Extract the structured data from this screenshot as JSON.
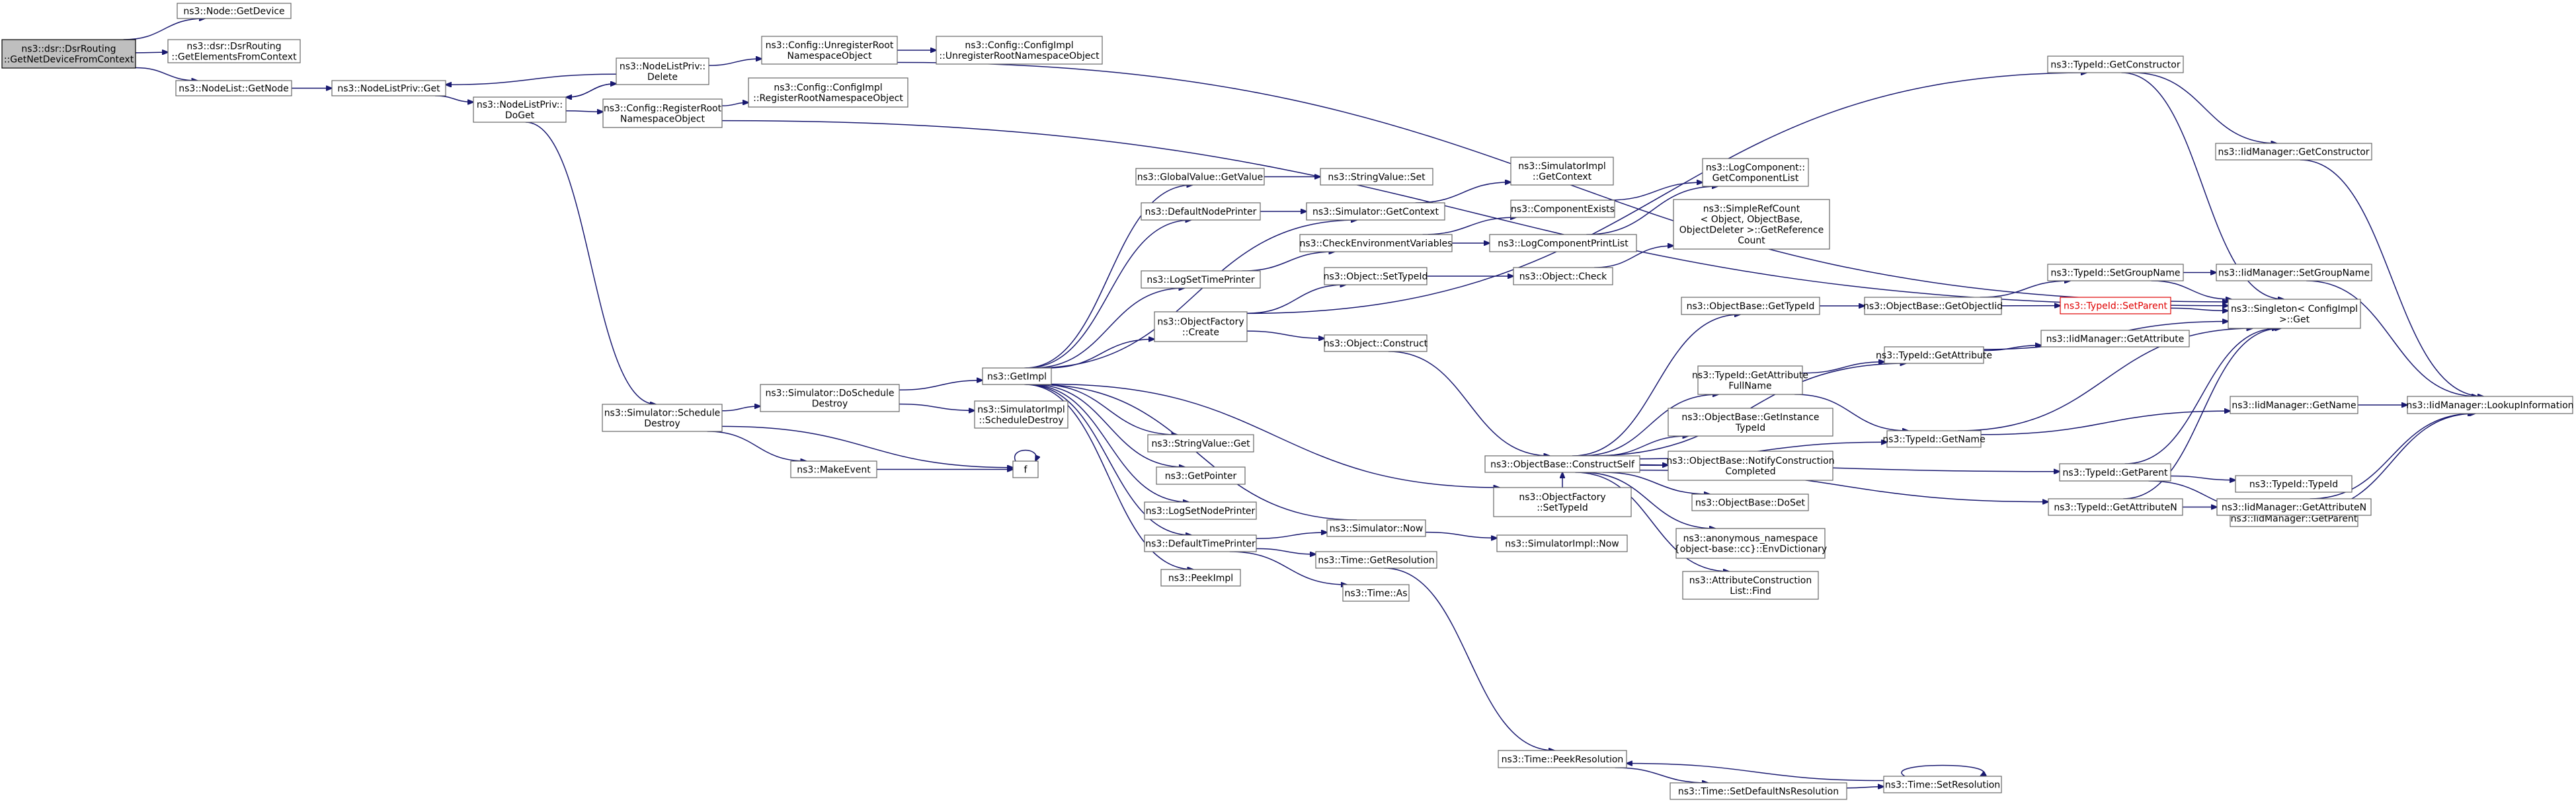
{
  "colors": {
    "edge": "#191970",
    "node_border": "#666666",
    "root_fill": "#bfbfbf",
    "warning_border": "#e00000"
  },
  "nodes": [
    {
      "id": "dsr_getnetdevice",
      "lines": [
        "ns3::dsr::DsrRouting",
        "::GetNetDeviceFromContext"
      ],
      "root": true
    },
    {
      "id": "node_getdevice",
      "lines": [
        "ns3::Node::GetDevice"
      ]
    },
    {
      "id": "dsr_getelements",
      "lines": [
        "ns3::dsr::DsrRouting",
        "::GetElementsFromContext"
      ]
    },
    {
      "id": "nodelist_getnode",
      "lines": [
        "ns3::NodeList::GetNode"
      ]
    },
    {
      "id": "nodelistpriv_get",
      "lines": [
        "ns3::NodeListPriv::Get"
      ]
    },
    {
      "id": "nodelistpriv_delete",
      "lines": [
        "ns3::NodeListPriv::",
        "Delete"
      ]
    },
    {
      "id": "nodelistpriv_doget",
      "lines": [
        "ns3::NodeListPriv::",
        "DoGet"
      ]
    },
    {
      "id": "config_unregister",
      "lines": [
        "ns3::Config::UnregisterRoot",
        "NamespaceObject"
      ]
    },
    {
      "id": "configimpl_unregister",
      "lines": [
        "ns3::Config::ConfigImpl",
        "::UnregisterRootNamespaceObject"
      ]
    },
    {
      "id": "config_register",
      "lines": [
        "ns3::Config::RegisterRoot",
        "NamespaceObject"
      ]
    },
    {
      "id": "configimpl_register",
      "lines": [
        "ns3::Config::ConfigImpl",
        "::RegisterRootNamespaceObject"
      ]
    },
    {
      "id": "typeid_getconstructor",
      "lines": [
        "ns3::TypeId::GetConstructor"
      ]
    },
    {
      "id": "iidmanager_getconstructor",
      "lines": [
        "ns3::IidManager::GetConstructor"
      ]
    },
    {
      "id": "globalvalue_getvalue",
      "lines": [
        "ns3::GlobalValue::GetValue"
      ]
    },
    {
      "id": "stringvalue_set",
      "lines": [
        "ns3::StringValue::Set"
      ]
    },
    {
      "id": "simulatorimpl_getcontext",
      "lines": [
        "ns3::SimulatorImpl",
        "::GetContext"
      ]
    },
    {
      "id": "defaultnodeprinter",
      "lines": [
        "ns3::DefaultNodePrinter"
      ]
    },
    {
      "id": "simulator_getcontext",
      "lines": [
        "ns3::Simulator::GetContext"
      ]
    },
    {
      "id": "logcomponent_getlist",
      "lines": [
        "ns3::LogComponent::",
        "GetComponentList"
      ]
    },
    {
      "id": "componentexists",
      "lines": [
        "ns3::ComponentExists"
      ]
    },
    {
      "id": "checkenvvars",
      "lines": [
        "ns3::CheckEnvironmentVariables"
      ]
    },
    {
      "id": "logcomponentprintlist",
      "lines": [
        "ns3::LogComponentPrintList"
      ]
    },
    {
      "id": "simplerefcount",
      "lines": [
        "ns3::SimpleRefCount",
        "< Object, ObjectBase,",
        "ObjectDeleter >::GetReference",
        "Count"
      ]
    },
    {
      "id": "logsettimeprinter",
      "lines": [
        "ns3::LogSetTimePrinter"
      ]
    },
    {
      "id": "object_settypeid",
      "lines": [
        "ns3::Object::SetTypeId"
      ]
    },
    {
      "id": "object_check",
      "lines": [
        "ns3::Object::Check"
      ]
    },
    {
      "id": "objectfactory_create",
      "lines": [
        "ns3::ObjectFactory",
        "::Create"
      ]
    },
    {
      "id": "objectbase_gettypeid",
      "lines": [
        "ns3::ObjectBase::GetTypeId"
      ]
    },
    {
      "id": "objectbase_getobjectiid",
      "lines": [
        "ns3::ObjectBase::GetObjectIid"
      ]
    },
    {
      "id": "typeid_setgroupname",
      "lines": [
        "ns3::TypeId::SetGroupName"
      ]
    },
    {
      "id": "iidmanager_setgroupname",
      "lines": [
        "ns3::IidManager::SetGroupName"
      ]
    },
    {
      "id": "typeid_setparent",
      "lines": [
        "ns3::TypeId::SetParent"
      ],
      "warning": true
    },
    {
      "id": "singleton_get",
      "lines": [
        "ns3::Singleton< ConfigImpl",
        ">::Get"
      ]
    },
    {
      "id": "object_construct",
      "lines": [
        "ns3::Object::Construct"
      ]
    },
    {
      "id": "typeid_getattribute",
      "lines": [
        "ns3::TypeId::GetAttribute"
      ]
    },
    {
      "id": "iidmanager_getattribute",
      "lines": [
        "ns3::IidManager::GetAttribute"
      ]
    },
    {
      "id": "typeid_getattributefullname",
      "lines": [
        "ns3::TypeId::GetAttribute",
        "FullName"
      ]
    },
    {
      "id": "simulator_scheduledestroy",
      "lines": [
        "ns3::Simulator::Schedule",
        "Destroy"
      ]
    },
    {
      "id": "simulator_doscheduledestroy",
      "lines": [
        "ns3::Simulator::DoSchedule",
        "Destroy"
      ]
    },
    {
      "id": "getimpl",
      "lines": [
        "ns3::GetImpl"
      ]
    },
    {
      "id": "simulatorimpl_scheduledestroy",
      "lines": [
        "ns3::SimulatorImpl",
        "::ScheduleDestroy"
      ]
    },
    {
      "id": "objectbase_getinstancetypeid",
      "lines": [
        "ns3::ObjectBase::GetInstance",
        "TypeId"
      ]
    },
    {
      "id": "typeid_getname",
      "lines": [
        "ns3::TypeId::GetName"
      ]
    },
    {
      "id": "iidmanager_getname",
      "lines": [
        "ns3::IidManager::GetName"
      ]
    },
    {
      "id": "iidmanager_lookupinformation",
      "lines": [
        "ns3::IidManager::LookupInformation"
      ]
    },
    {
      "id": "stringvalue_get",
      "lines": [
        "ns3::StringValue::Get"
      ]
    },
    {
      "id": "makeevent",
      "lines": [
        "ns3::MakeEvent"
      ]
    },
    {
      "id": "f",
      "lines": [
        "f"
      ]
    },
    {
      "id": "objectbase_constructself",
      "lines": [
        "ns3::ObjectBase::ConstructSelf"
      ]
    },
    {
      "id": "objectbase_notifyconstruction",
      "lines": [
        "ns3::ObjectBase::NotifyConstruction",
        "Completed"
      ]
    },
    {
      "id": "typeid_typeid",
      "lines": [
        "ns3::TypeId::TypeId"
      ]
    },
    {
      "id": "getpointer",
      "lines": [
        "ns3::GetPointer"
      ]
    },
    {
      "id": "typeid_getparent",
      "lines": [
        "ns3::TypeId::GetParent"
      ]
    },
    {
      "id": "iidmanager_getparent",
      "lines": [
        "ns3::IidManager::GetParent"
      ]
    },
    {
      "id": "objectfactory_settypeid",
      "lines": [
        "ns3::ObjectFactory",
        "::SetTypeId"
      ]
    },
    {
      "id": "objectbase_doset",
      "lines": [
        "ns3::ObjectBase::DoSet"
      ]
    },
    {
      "id": "lognodeprinter",
      "lines": [
        "ns3::LogSetNodePrinter"
      ]
    },
    {
      "id": "typeid_getattributen",
      "lines": [
        "ns3::TypeId::GetAttributeN"
      ]
    },
    {
      "id": "iidmanager_getattributen",
      "lines": [
        "ns3::IidManager::GetAttributeN"
      ]
    },
    {
      "id": "simulator_now",
      "lines": [
        "ns3::Simulator::Now"
      ]
    },
    {
      "id": "defaulttimeprinter",
      "lines": [
        "ns3::DefaultTimePrinter"
      ]
    },
    {
      "id": "anon_envdictionary",
      "lines": [
        "ns3::anonymous_namespace",
        "{object-base::cc}::EnvDictionary"
      ]
    },
    {
      "id": "simulatorimpl_now",
      "lines": [
        "ns3::SimulatorImpl::Now"
      ]
    },
    {
      "id": "time_getresolution",
      "lines": [
        "ns3::Time::GetResolution"
      ]
    },
    {
      "id": "attributeconstructionlist_find",
      "lines": [
        "ns3::AttributeConstruction",
        "List::Find"
      ]
    },
    {
      "id": "peekimpl",
      "lines": [
        "ns3::PeekImpl"
      ]
    },
    {
      "id": "time_as",
      "lines": [
        "ns3::Time::As"
      ]
    },
    {
      "id": "time_peekresolution",
      "lines": [
        "ns3::Time::PeekResolution"
      ]
    },
    {
      "id": "time_setresolution",
      "lines": [
        "ns3::Time::SetResolution"
      ]
    },
    {
      "id": "time_setdefaultnsresolution",
      "lines": [
        "ns3::Time::SetDefaultNsResolution"
      ]
    }
  ]
}
